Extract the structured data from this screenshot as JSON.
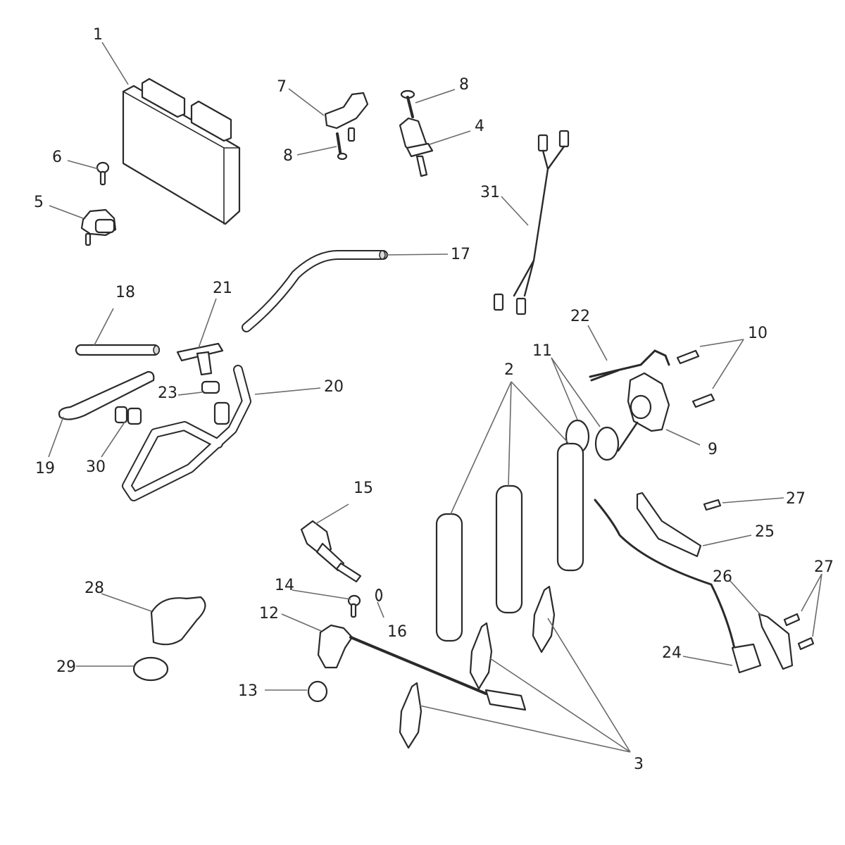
{
  "diagram": {
    "type": "exploded-parts-diagram",
    "colors": {
      "line": "#2a2a2a",
      "leader": "#6a6a6a",
      "background": "#ffffff",
      "text": "#222222"
    },
    "callouts": [
      {
        "id": "c1",
        "label": "1"
      },
      {
        "id": "c2",
        "label": "2"
      },
      {
        "id": "c3",
        "label": "3"
      },
      {
        "id": "c4",
        "label": "4"
      },
      {
        "id": "c5",
        "label": "5"
      },
      {
        "id": "c6",
        "label": "6"
      },
      {
        "id": "c7",
        "label": "7"
      },
      {
        "id": "c8a",
        "label": "8"
      },
      {
        "id": "c8b",
        "label": "8"
      },
      {
        "id": "c9",
        "label": "9"
      },
      {
        "id": "c10",
        "label": "10"
      },
      {
        "id": "c11",
        "label": "11"
      },
      {
        "id": "c12",
        "label": "12"
      },
      {
        "id": "c13",
        "label": "13"
      },
      {
        "id": "c14",
        "label": "14"
      },
      {
        "id": "c15",
        "label": "15"
      },
      {
        "id": "c16",
        "label": "16"
      },
      {
        "id": "c17",
        "label": "17"
      },
      {
        "id": "c18",
        "label": "18"
      },
      {
        "id": "c19",
        "label": "19"
      },
      {
        "id": "c20",
        "label": "20"
      },
      {
        "id": "c21",
        "label": "21"
      },
      {
        "id": "c22",
        "label": "22"
      },
      {
        "id": "c23",
        "label": "23"
      },
      {
        "id": "c24",
        "label": "24"
      },
      {
        "id": "c25",
        "label": "25"
      },
      {
        "id": "c26",
        "label": "26"
      },
      {
        "id": "c27a",
        "label": "27"
      },
      {
        "id": "c27b",
        "label": "27"
      },
      {
        "id": "c28",
        "label": "28"
      },
      {
        "id": "c29",
        "label": "29"
      },
      {
        "id": "c30",
        "label": "30"
      },
      {
        "id": "c31",
        "label": "31"
      }
    ]
  }
}
